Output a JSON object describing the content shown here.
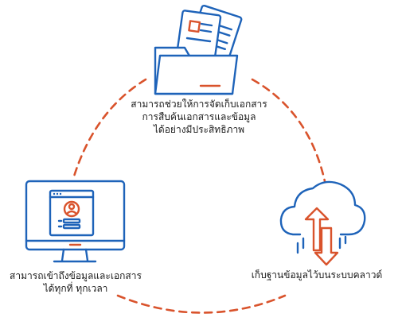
{
  "colors": {
    "blue": "#1e63b9",
    "orange": "#d9532c",
    "text": "#1a1a1a"
  },
  "nodes": [
    {
      "id": "folder",
      "icon": "folder-documents-icon",
      "caption_lines": [
        "สามารถช่วยให้การจัดเก็บเอกสาร",
        "การสืบค้นเอกสารและข้อมูล",
        "ได้อย่างมีประสิทธิภาพ"
      ]
    },
    {
      "id": "computer",
      "icon": "computer-monitor-profile-icon",
      "caption_lines": [
        "สามารถเข้าถึงข้อมูลและเอกสาร",
        "ได้ทุกที่ ทุกเวลา"
      ]
    },
    {
      "id": "cloud",
      "icon": "cloud-sync-icon",
      "caption_lines": [
        "เก็บฐานข้อมูลไว้บนระบบคลาวด์"
      ]
    }
  ]
}
